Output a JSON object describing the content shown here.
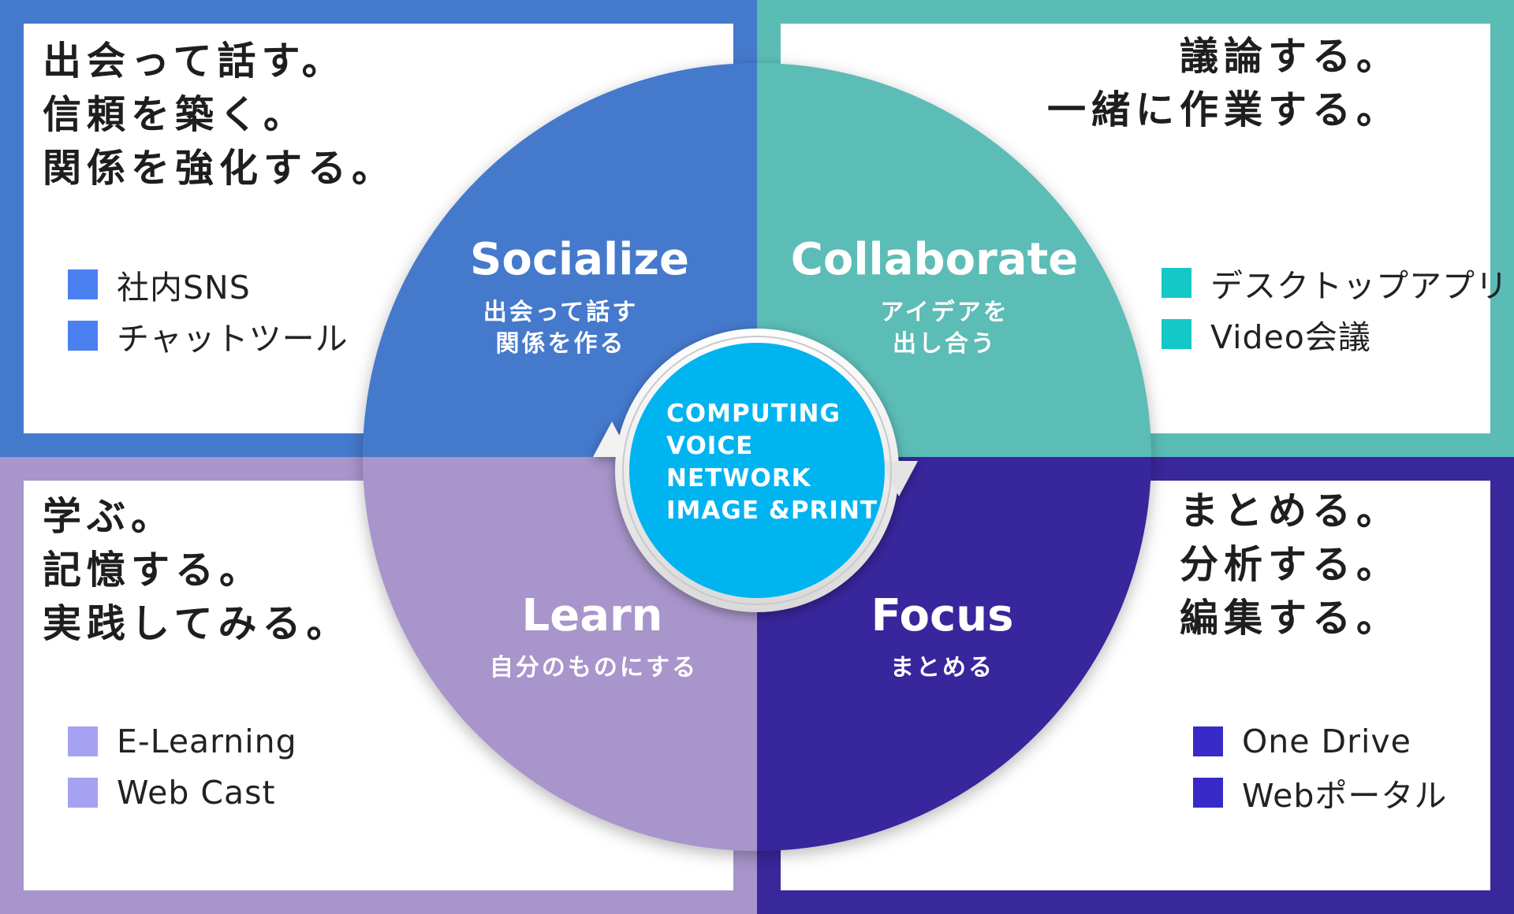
{
  "quadrants": {
    "top_left": {
      "headline": [
        "出会って話す。",
        "信頼を築く。",
        "関係を強化する。"
      ],
      "tools": [
        "社内SNS",
        "チャットツール"
      ]
    },
    "top_right": {
      "headline": [
        "議論する。",
        "一緒に作業する。"
      ],
      "tools": [
        "デスクトップアプリ",
        "Video会議"
      ]
    },
    "bottom_left": {
      "headline": [
        "学ぶ。",
        "記憶する。",
        "実践してみる。"
      ],
      "tools": [
        "E-Learning",
        "Web Cast"
      ]
    },
    "bottom_right": {
      "headline": [
        "まとめる。",
        "分析する。",
        "編集する。"
      ],
      "tools": [
        "One Drive",
        "Webポータル"
      ]
    }
  },
  "wheel": {
    "socialize": {
      "title": "Socialize",
      "sub": [
        "出会って話す",
        "関係を作る"
      ]
    },
    "collaborate": {
      "title": "Collaborate",
      "sub": [
        "アイデアを",
        "出し合う"
      ]
    },
    "learn": {
      "title": "Learn",
      "sub": [
        "自分のものにする"
      ]
    },
    "focus": {
      "title": "Focus",
      "sub": [
        "まとめる"
      ]
    }
  },
  "center": [
    "COMPUTING",
    "VOICE",
    "NETWORK",
    "IMAGE &PRINT"
  ],
  "colors": {
    "socialize": "#4479cc",
    "collaborate": "#5bbcb6",
    "learn": "#a895cb",
    "focus": "#39279c",
    "center": "#00b4f0",
    "marker_socialize": "#4a80f0",
    "marker_collaborate": "#14c8c8",
    "marker_learn": "#a7a1f4",
    "marker_focus": "#382ac8"
  }
}
